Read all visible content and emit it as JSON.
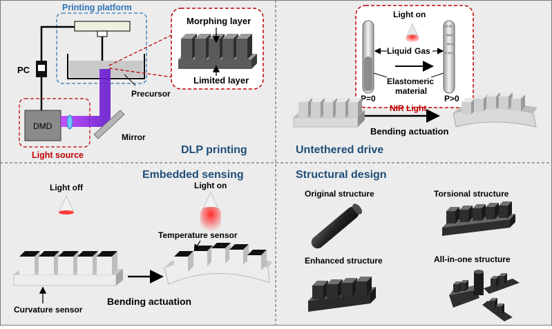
{
  "panels": {
    "dlp": {
      "title": "DLP printing",
      "printing_platform": "Printing platform",
      "pc": "PC",
      "dmd": "DMD",
      "light_source": "Light source",
      "mirror": "Mirror",
      "precursor": "Precursor",
      "morphing_layer": "Morphing layer",
      "limited_layer": "Limited layer"
    },
    "drive": {
      "title": "Untethered drive",
      "light_on": "Light on",
      "liquid": "Liquid",
      "gas": "Gas",
      "elastomeric_line1": "Elastomeric",
      "elastomeric_line2": "material",
      "p0": "P=0",
      "p_gt0": "P>0",
      "nir_light": "NIR Light",
      "bending": "Bending actuation"
    },
    "sensing": {
      "title": "Embedded sensing",
      "light_off": "Light off",
      "light_on": "Light on",
      "temperature_sensor": "Temperature sensor",
      "curvature_sensor": "Curvature sensor",
      "bending": "Bending actuation"
    },
    "structural": {
      "title": "Structural design",
      "original": "Original structure",
      "torsional": "Torsional structure",
      "enhanced": "Enhanced structure",
      "all_in_one": "All-in-one structure"
    }
  },
  "colors": {
    "title_blue": "#1f4e79",
    "red_label": "#c00000",
    "platform_blue": "#2e75b6",
    "laser_purple": "#8a2be2"
  }
}
